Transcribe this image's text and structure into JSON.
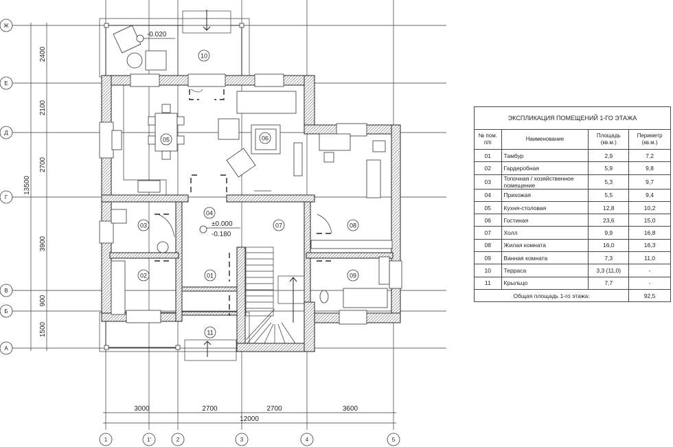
{
  "axes": {
    "columns": [
      "1",
      "1'",
      "2",
      "3",
      "4",
      "5"
    ],
    "rows": [
      "Ж",
      "Е",
      "Д",
      "Г",
      "В",
      "Б",
      "А"
    ]
  },
  "dimensions": {
    "horizontal": [
      "3000",
      "2700",
      "2700",
      "3600"
    ],
    "horizontal_total": "12000",
    "vertical": [
      "2400",
      "2100",
      "2700",
      "3900",
      "900",
      "1500"
    ],
    "vertical_total": "13500"
  },
  "rooms": [
    "01",
    "02",
    "03",
    "04",
    "05",
    "06",
    "07",
    "08",
    "09",
    "10",
    "11"
  ],
  "elevations": {
    "terrace": "-0.020",
    "floor": "±0.000",
    "ground": "-0.180"
  },
  "schedule": {
    "title": "ЭКСПЛИКАЦИЯ ПОМЕЩЕНИЙ 1-ГО ЭТАЖА",
    "headers": {
      "num": "№ пом. п/п",
      "name": "Наименование",
      "area": "Площадь (кв.м.)",
      "perimeter": "Периметр (кв.м.)"
    },
    "rows": [
      {
        "num": "01",
        "name": "Тамбур",
        "area": "2,9",
        "perimeter": "7,2"
      },
      {
        "num": "02",
        "name": "Гардеробная",
        "area": "5,9",
        "perimeter": "9,8"
      },
      {
        "num": "03",
        "name": "Топочная / хозяйственное помещение",
        "area": "5,3",
        "perimeter": "9,7"
      },
      {
        "num": "04",
        "name": "Прихожая",
        "area": "5,5",
        "perimeter": "9,4"
      },
      {
        "num": "05",
        "name": "Кухня-столовая",
        "area": "12,8",
        "perimeter": "10,2"
      },
      {
        "num": "06",
        "name": "Гостиная",
        "area": "23,6",
        "perimeter": "15,0"
      },
      {
        "num": "07",
        "name": "Холл",
        "area": "9,9",
        "perimeter": "16,8"
      },
      {
        "num": "08",
        "name": "Жилая комната",
        "area": "16,0",
        "perimeter": "16,3"
      },
      {
        "num": "09",
        "name": "Ванная комната",
        "area": "7,3",
        "perimeter": "11,0"
      },
      {
        "num": "10",
        "name": "Терраса",
        "area": "3,3 (11,0)",
        "perimeter": "-"
      },
      {
        "num": "11",
        "name": "Крыльцо",
        "area": "7,7",
        "perimeter": "-"
      }
    ],
    "total_label": "Общая площадь 1-го этажа:",
    "total_value": "92,5"
  }
}
